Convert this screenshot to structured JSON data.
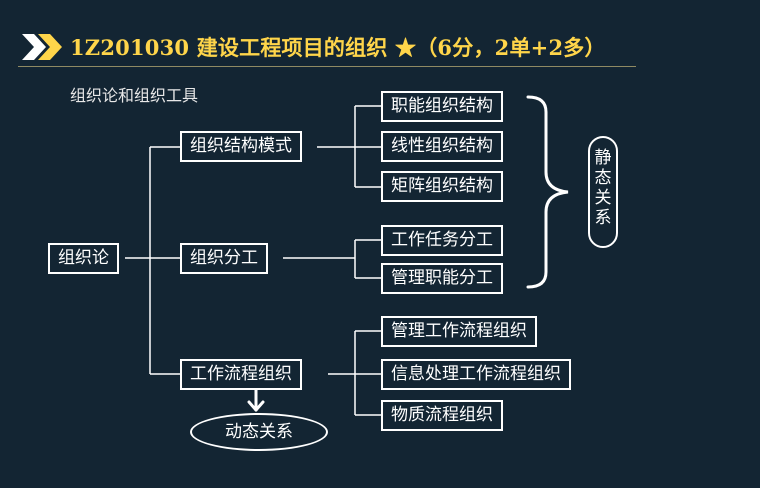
{
  "header": {
    "title": "1Z201030 建设工程项目的组织 ★（6分，2单+2多）"
  },
  "subtitle": "组织论和组织工具",
  "tree": {
    "root": "组织论",
    "branches": [
      {
        "label": "组织结构模式",
        "children": [
          "职能组织结构",
          "线性组织结构",
          "矩阵组织结构"
        ]
      },
      {
        "label": "组织分工",
        "children": [
          "工作任务分工",
          "管理职能分工"
        ]
      },
      {
        "label": "工作流程组织",
        "children": [
          "管理工作流程组织",
          "信息处理工作流程组织",
          "物质流程组织"
        ]
      }
    ]
  },
  "static_relation": [
    "静",
    "态",
    "关",
    "系"
  ],
  "dynamic_relation": "动态关系",
  "colors": {
    "background": "#132533",
    "title": "#ffd54a",
    "line": "#ffffff"
  }
}
